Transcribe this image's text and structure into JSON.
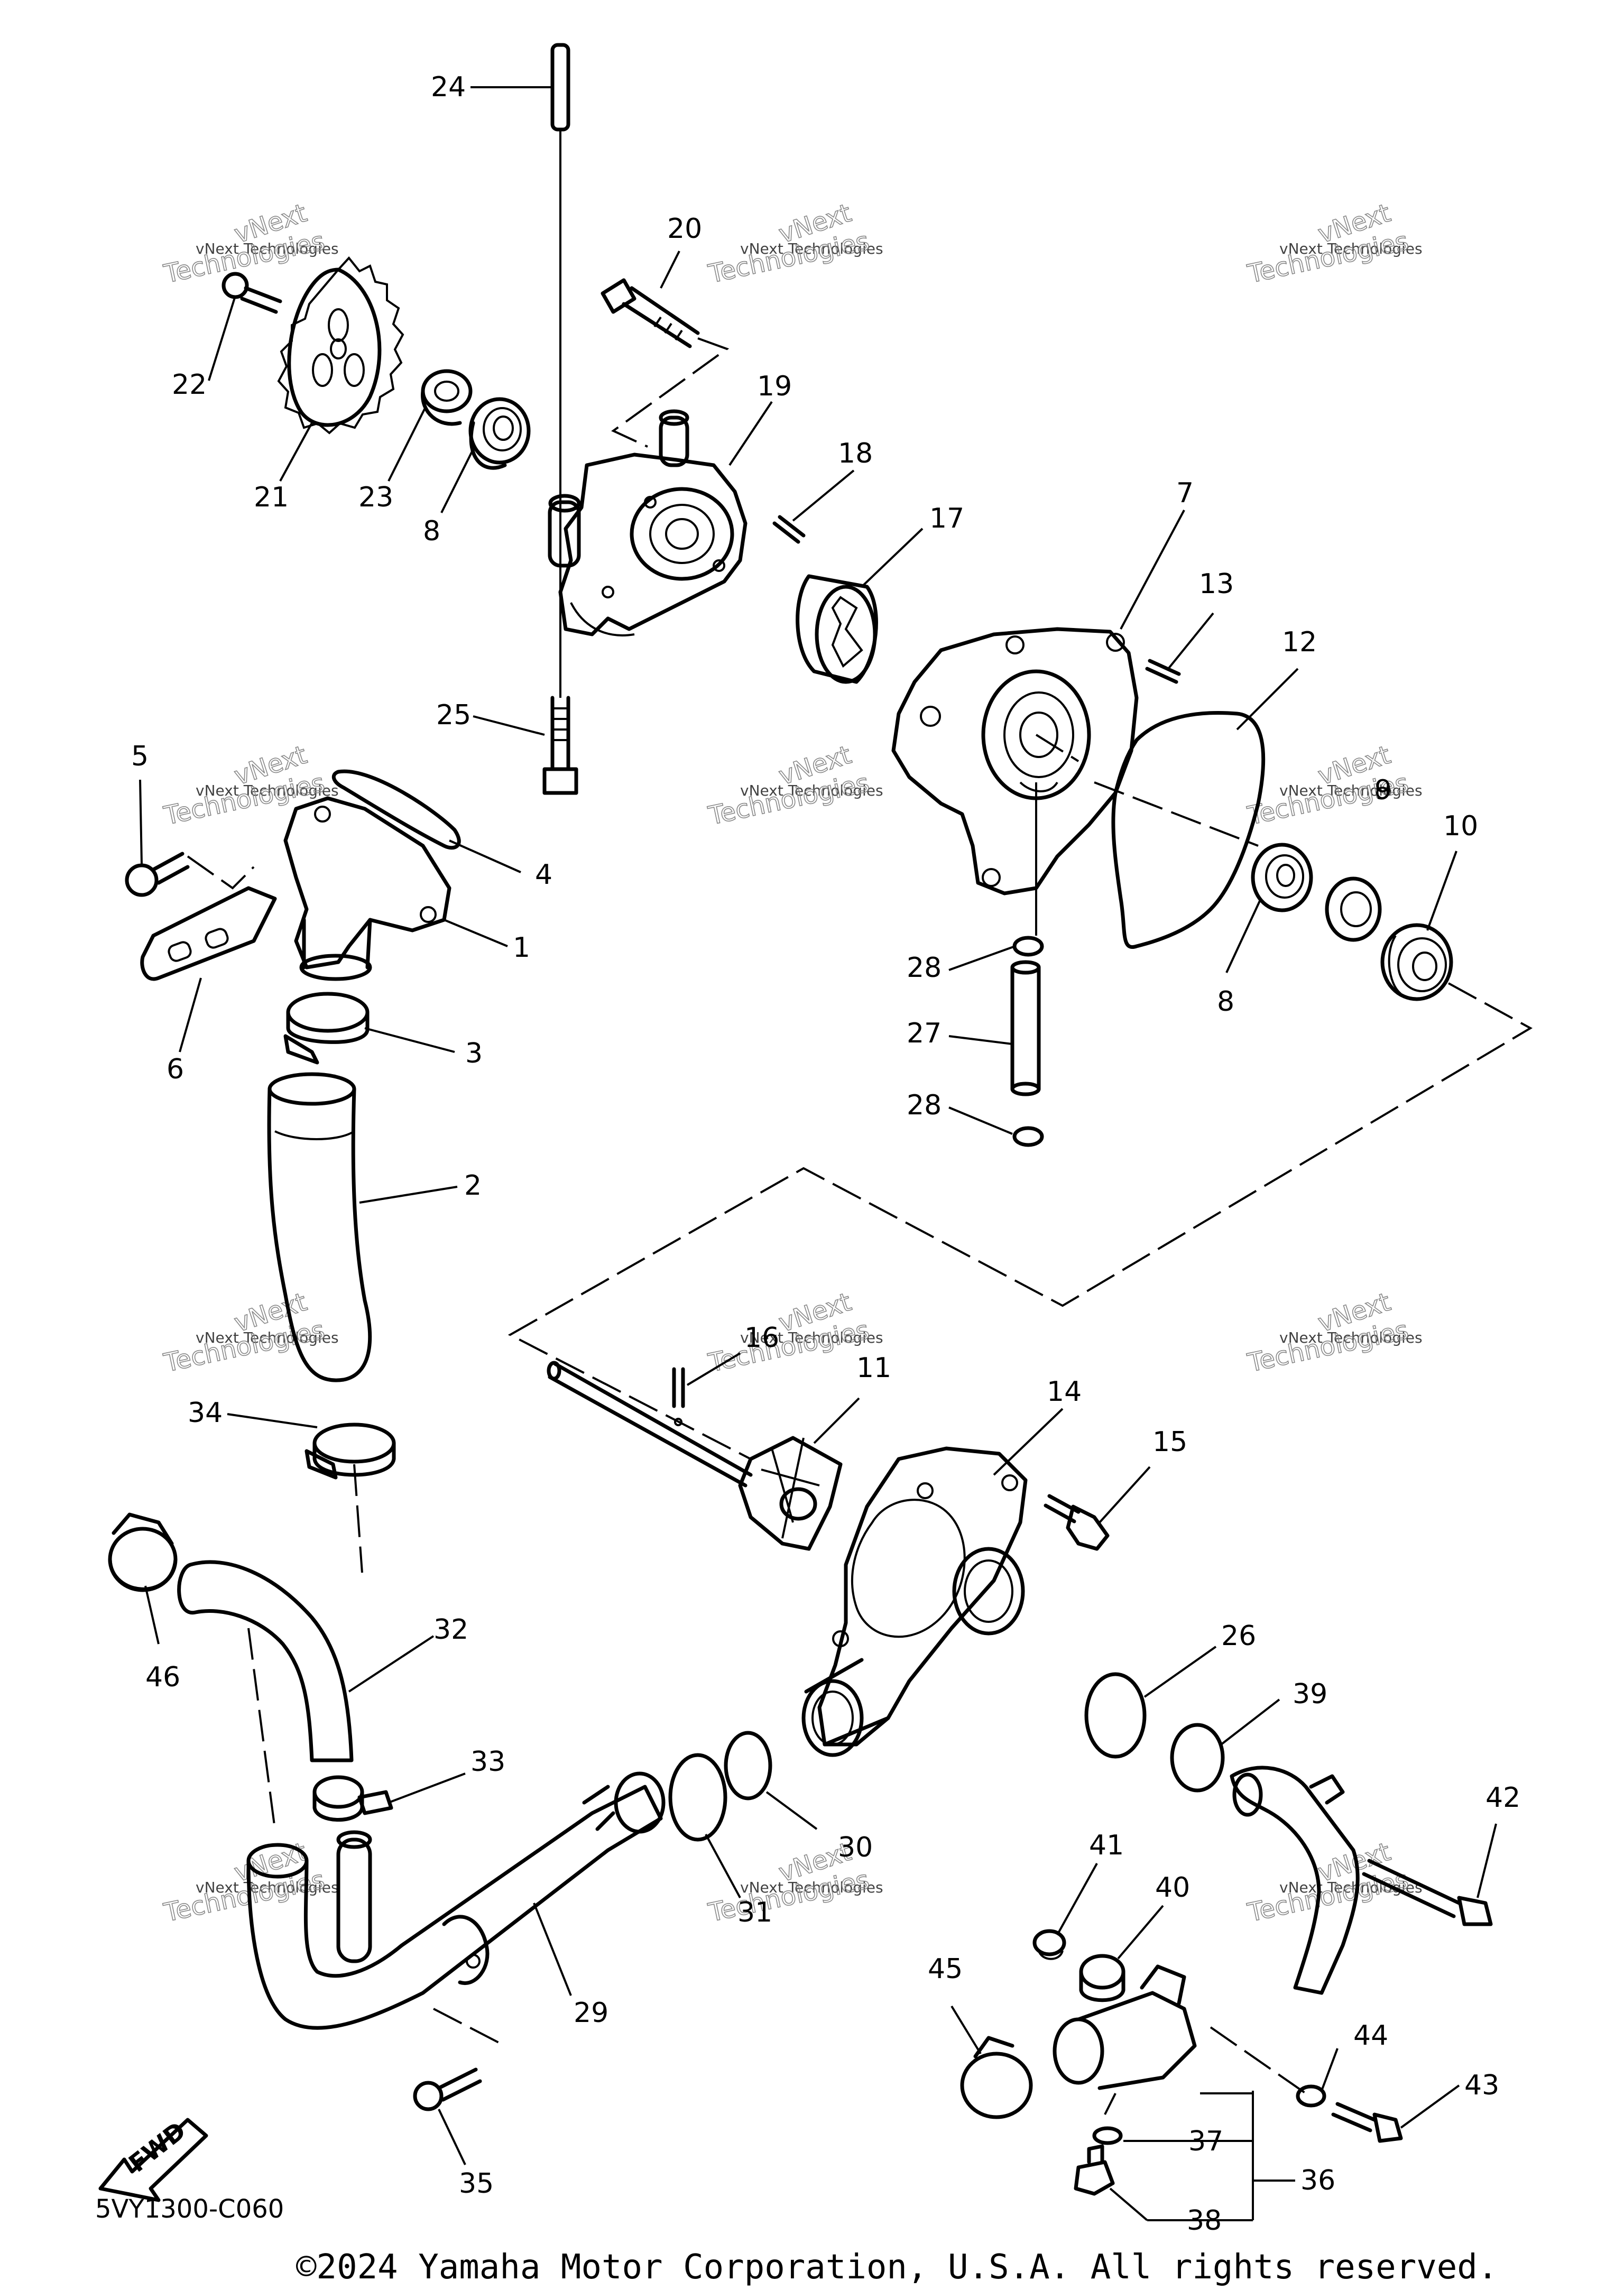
{
  "diagram_code": "5VY1300-C060",
  "copyright": "©2024 Yamaha Motor Corporation, U.S.A. All rights reserved.",
  "fwd_label": "FWD",
  "watermark": {
    "line1": "vNext Technologies",
    "line2": "Technologies",
    "line3": "vNext"
  },
  "callouts": [
    "1",
    "2",
    "3",
    "4",
    "5",
    "6",
    "7",
    "8",
    "8",
    "10",
    "11",
    "12",
    "13",
    "14",
    "15",
    "16",
    "17",
    "18",
    "19",
    "20",
    "21",
    "22",
    "23",
    "24",
    "25",
    "26",
    "27",
    "28",
    "28",
    "29",
    "30",
    "31",
    "32",
    "33",
    "34",
    "35",
    "36",
    "37",
    "38",
    "39",
    "40",
    "41",
    "42",
    "43",
    "44",
    "45",
    "46"
  ]
}
